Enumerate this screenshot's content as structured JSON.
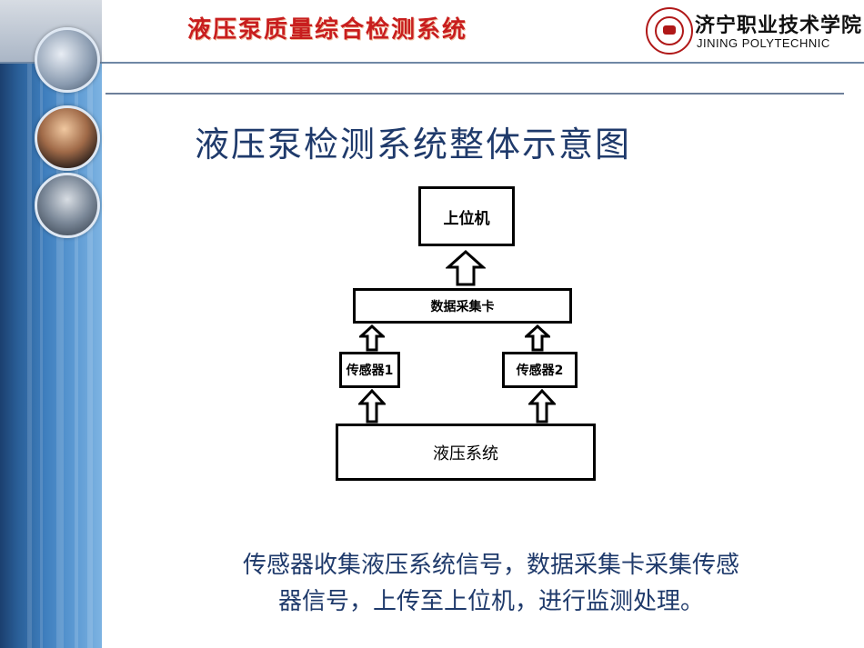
{
  "header": {
    "title": "液压泵质量综合检测系统",
    "logo_cn": "济宁职业技术学院",
    "logo_en": "JINING POLYTECHNIC"
  },
  "slide": {
    "title": "液压泵检测系统整体示意图",
    "caption_line1": "传感器收集液压系统信号，数据采集卡采集传感",
    "caption_line2": "器信号，上传至上位机，进行监测处理。"
  },
  "diagram": {
    "host": "上位机",
    "daq": "数据采集卡",
    "sensor1": "传感器1",
    "sensor2": "传感器2",
    "hydraulic": "液压系统"
  },
  "colors": {
    "header_red": "#c81e1e",
    "title_blue": "#1f3a6b",
    "band_blue": "#3f7fbe"
  }
}
